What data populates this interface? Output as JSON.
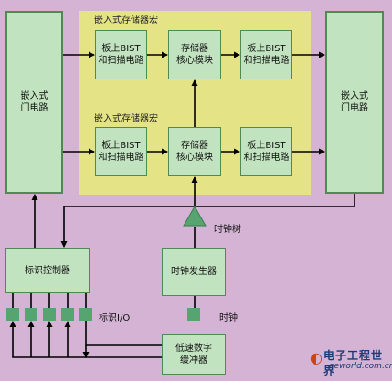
{
  "macros": [
    {
      "title": "嵌入式存储器宏"
    },
    {
      "title": "嵌入式存储器宏"
    }
  ],
  "blocks": {
    "left_logic": "嵌入式\n门电路",
    "right_logic": "嵌入式\n门电路",
    "bist_a": "板上BIST\n和扫描电路",
    "core_a": "存储器\n核心模块",
    "bist_b": "板上BIST\n和扫描电路",
    "bist_c": "板上BIST\n和扫描电路",
    "core_b": "存储器\n核心模块",
    "bist_d": "板上BIST\n和扫描电路",
    "id_controller": "标识控制器",
    "clock_gen": "时钟发生器",
    "buffer": "低速数字\n缓冲器"
  },
  "labels": {
    "clock_tree": "时钟树",
    "id_io": "标识I/O",
    "clock": "时钟"
  },
  "logo": {
    "cn": "电子工程世界",
    "en": "eeworld.com.cn"
  },
  "colors": {
    "background": "#d4b3d4",
    "block": "#c2e3c0",
    "macro": "#e4e487",
    "pad": "#56a46f"
  }
}
